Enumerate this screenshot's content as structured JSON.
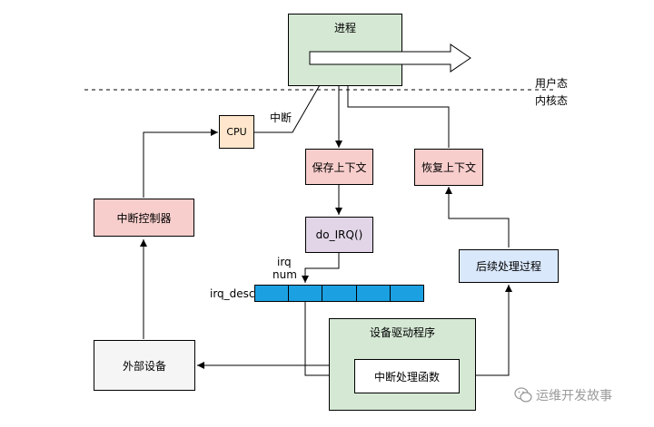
{
  "process": {
    "label": "进程",
    "fill": "#d5e8d4"
  },
  "mode": {
    "user": "用户态",
    "kernel": "内核态"
  },
  "interrupt_label": "中断",
  "cpu": {
    "label": "CPU",
    "fill": "#ffe6cc"
  },
  "save_context": {
    "label": "保存上下文",
    "fill": "#f8cecc"
  },
  "restore_context": {
    "label": "恢复上下文",
    "fill": "#f8cecc"
  },
  "do_irq": {
    "label": "do_IRQ()",
    "fill": "#e1d5e7"
  },
  "interrupt_controller": {
    "label": "中断控制器",
    "fill": "#f8cecc"
  },
  "post_processing": {
    "label": "后续处理过程",
    "fill": "#dae8fc"
  },
  "irq_num": {
    "line1": "irq",
    "line2": "num"
  },
  "irq_desc": {
    "label": "irq_desc",
    "cell_count": 5,
    "fill": "#1ba1e2"
  },
  "device_driver": {
    "label": "设备驱动程序",
    "fill": "#d5e8d4"
  },
  "handler": {
    "label": "中断处理函数",
    "fill": "#ffffff"
  },
  "external_device": {
    "label": "外部设备",
    "fill": "#f5f5f5"
  },
  "watermark": {
    "text": "运维开发故事"
  }
}
